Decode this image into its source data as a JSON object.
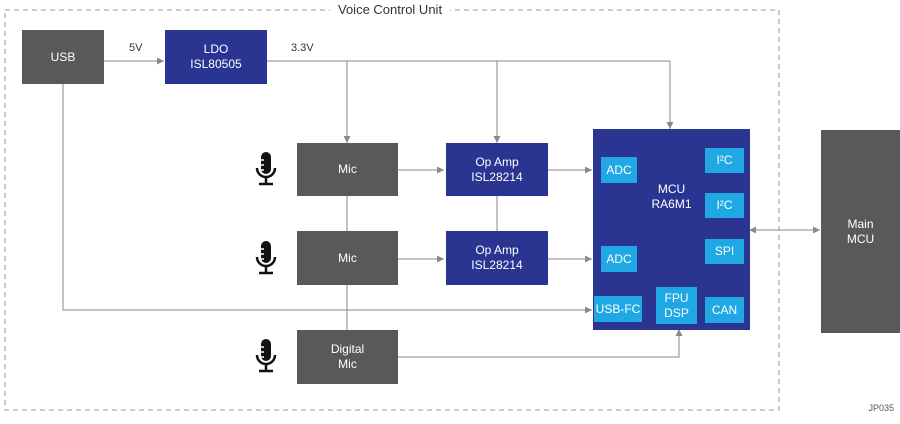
{
  "title": "Voice Control Unit",
  "figure_code": "JP035",
  "blocks": {
    "usb": "USB",
    "ldo": "LDO\nISL80505",
    "mic1": "Mic",
    "mic2": "Mic",
    "digital_mic": "Digital\nMic",
    "opamp1": "Op Amp\nISL28214",
    "opamp2": "Op Amp\nISL28214",
    "mcu": "MCU\nRA6M1",
    "main_mcu": "Main\nMCU"
  },
  "peripherals": {
    "adc1": "ADC",
    "adc2": "ADC",
    "i2c1": "I²C",
    "i2c2": "I²C",
    "spi": "SPI",
    "usbfc": "USB-FC",
    "fpu": "FPU\nDSP",
    "can": "CAN"
  },
  "voltages": {
    "v5": "5V",
    "v33": "3.3V"
  },
  "colors": {
    "gray": "#595959",
    "navy": "#2a3592",
    "cyan": "#1fa8e4",
    "line": "#8a8a8a"
  },
  "icons": [
    "microphone-icon",
    "microphone-icon",
    "microphone-icon"
  ]
}
